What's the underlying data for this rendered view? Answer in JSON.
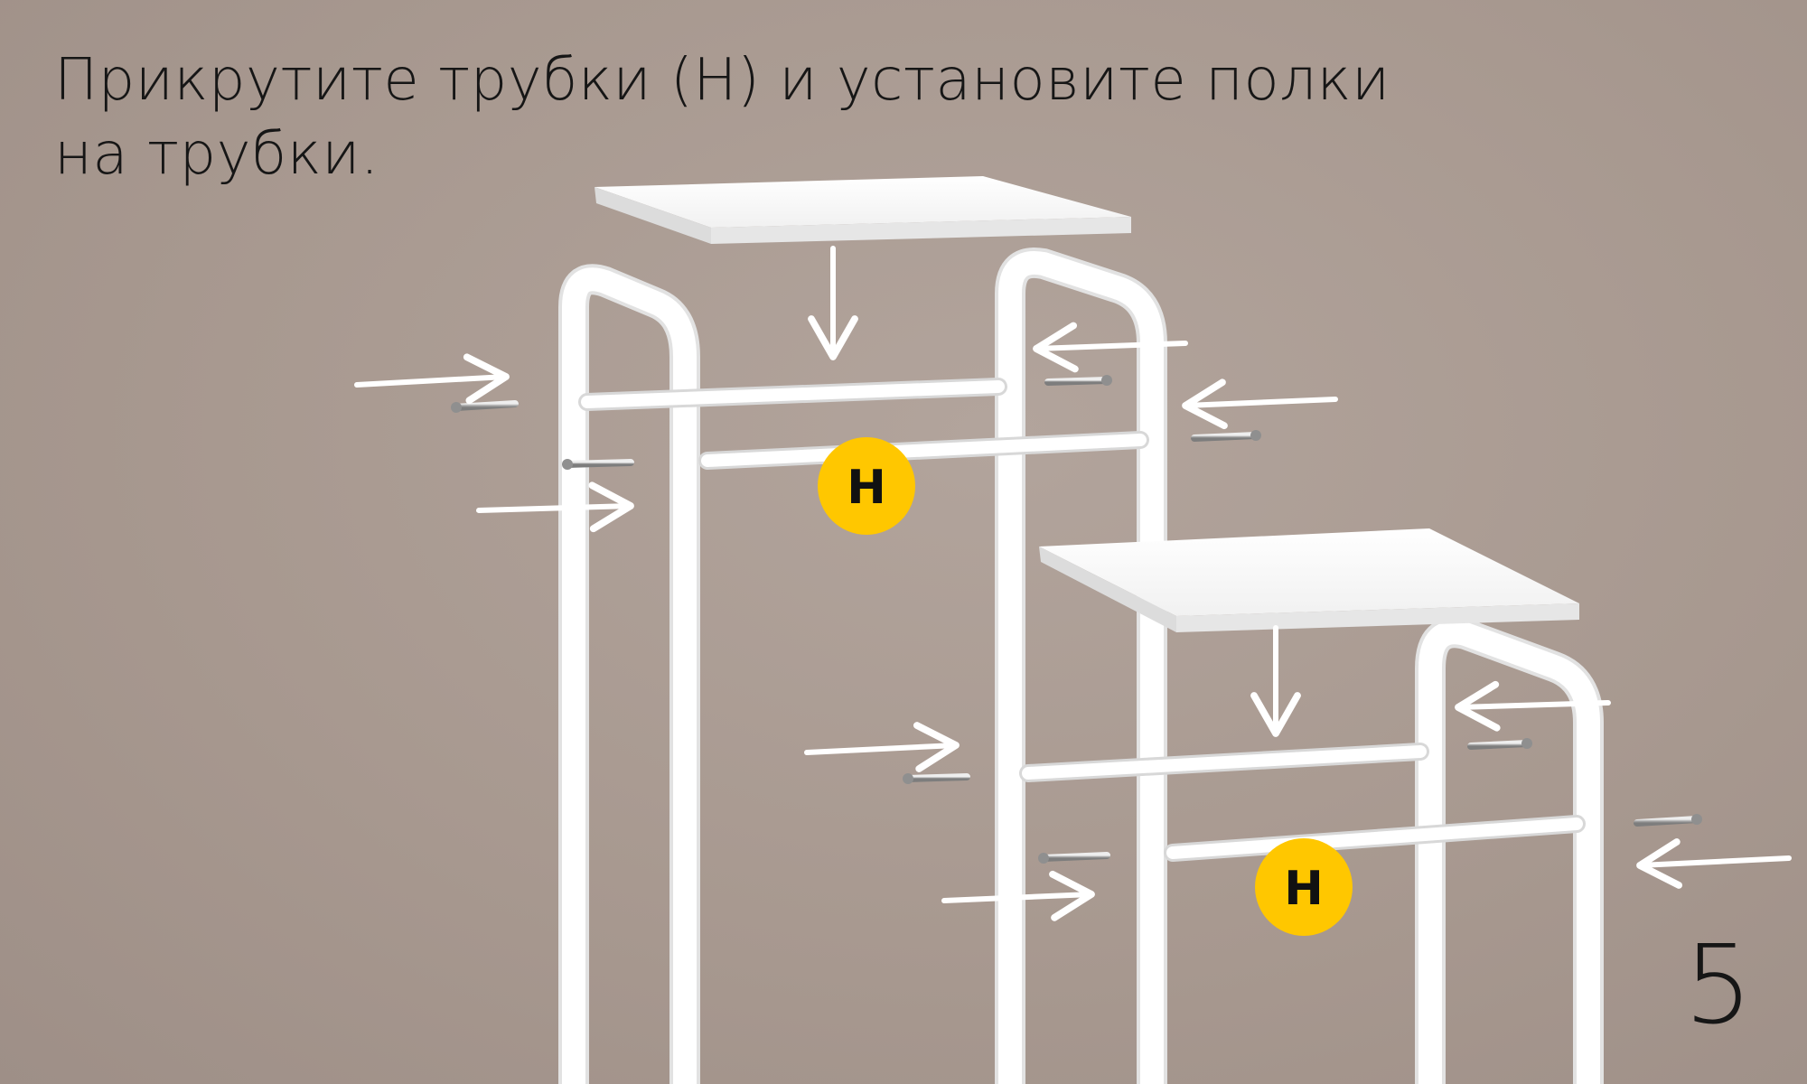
{
  "instruction": {
    "line1": "Прикрутите трубки (Н) и установите полки",
    "line2": "на трубки."
  },
  "step_number": "5",
  "part_badges": [
    "Н",
    "Н"
  ],
  "colors": {
    "background": "#a89990",
    "frame": "#ffffff",
    "badge": "#ffc700",
    "text": "#161616",
    "screw": "#b9b9b9"
  }
}
